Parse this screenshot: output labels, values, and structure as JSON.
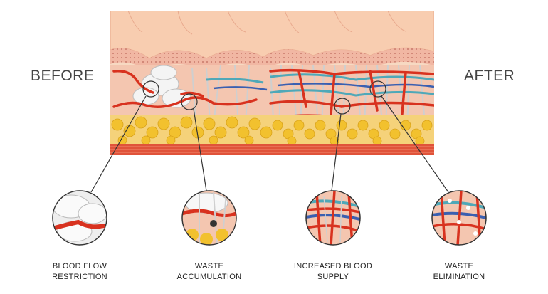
{
  "labels": {
    "before": "BEFORE",
    "after": "AFTER"
  },
  "callouts": [
    {
      "line1": "BLOOD FLOW",
      "line2": "RESTRICTION"
    },
    {
      "line1": "WASTE",
      "line2": "ACCUMULATION"
    },
    {
      "line1": "INCREASED BLOOD",
      "line2": "SUPPLY"
    },
    {
      "line1": "WASTE",
      "line2": "ELIMINATION"
    }
  ],
  "colors": {
    "epidermis": "#f6c9a8",
    "vessel": "#d8321f",
    "vessel_blue": "#3a5fb0",
    "lymph": "#4fa8b8",
    "fat": "#f2c12e",
    "muscle": "#e0533a",
    "text": "#444444"
  }
}
